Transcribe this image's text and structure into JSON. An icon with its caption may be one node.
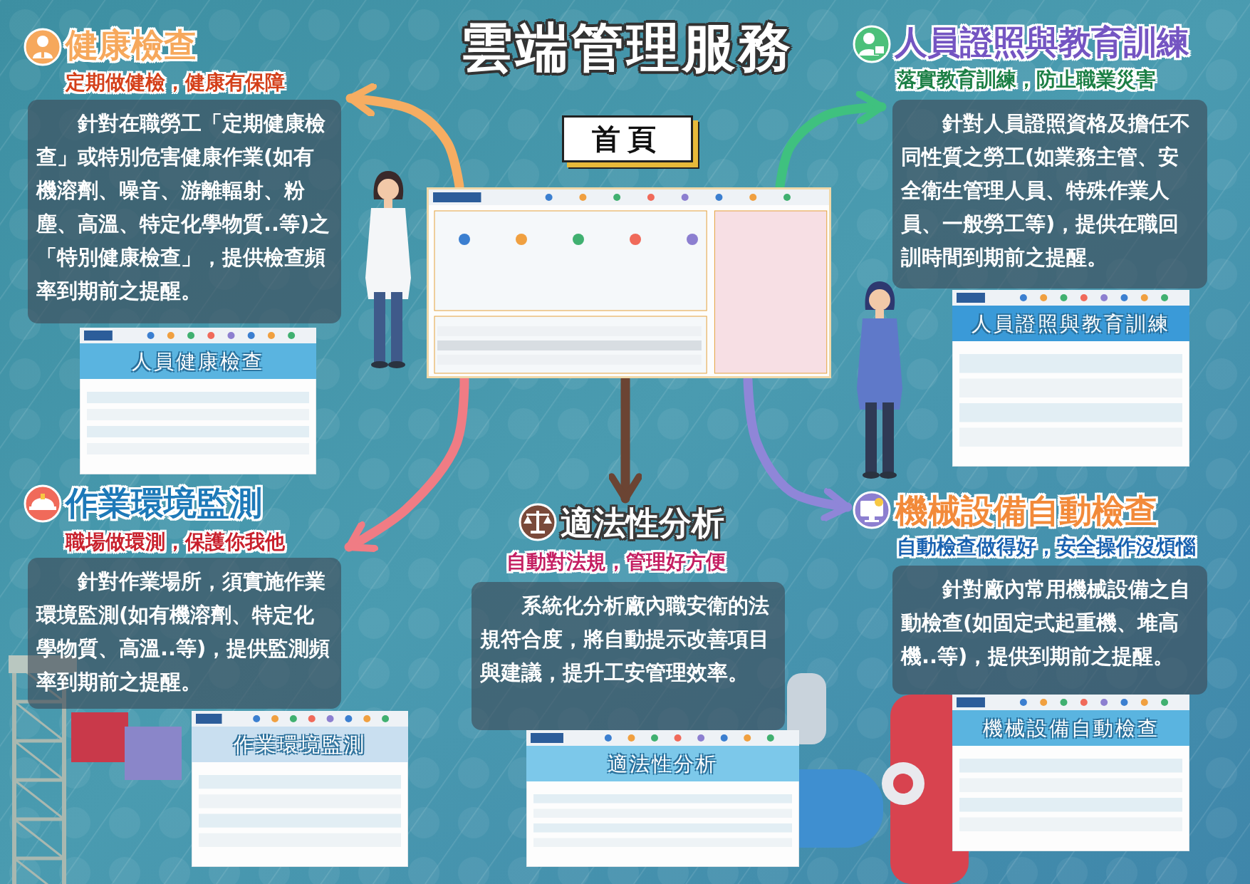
{
  "diagram": {
    "title": "雲端管理服務",
    "nodes": [
      {
        "text": [
          "首頁"
        ]
      },
      {
        "text": [],
        "shape": "picture"
      },
      {
        "text": [
          "健康檢查",
          "定期做健檢，健康有保障",
          "針對在職勞工「定期健康檢查」或特別危害健康作業(如有機溶劑、噪音、游離輻射、粉塵、高溫、特定化學物質..等)之「特別健康檢查」，提供檢查頻率到期前之提醒。"
        ]
      },
      {
        "text": [
          "人員證照與教育訓練",
          "落實教育訓練，防止職業災害",
          "針對人員證照資格及擔任不同性質之勞工(如業務主管、安全衛生管理人員、特殊作業人員、一般勞工等)，提供在職回訓時間到期前之提醒。"
        ]
      },
      {
        "text": [
          "作業環境監測",
          "職場做環測，保護你我他",
          "針對作業場所，須實施作業環境監測(如有機溶劑、特定化學物質、高溫..等)，提供監測頻率到期前之提醒。"
        ]
      },
      {
        "text": [
          "適法性分析",
          "自動對法規，管理好方便",
          "系統化分析廠內職安衛的法規符合度，將自動提示改善項目與建議，提升工安管理效率。"
        ]
      },
      {
        "text": [
          "機械設備自動檢查",
          "自動檢查做得好，安全操作沒煩惱",
          "針對廠內常用機械設備之自動檢查(如固定式起重機、堆高機..等)，提供到期前之提醒。"
        ]
      }
    ],
    "edges": [
      {
        "from": 1,
        "to": 2,
        "arrow": "to",
        "color": "#f6ad62"
      },
      {
        "from": 1,
        "to": 3,
        "arrow": "to",
        "color": "#3fc17f"
      },
      {
        "from": 1,
        "to": 4,
        "arrow": "to",
        "color": "#f07c84"
      },
      {
        "from": 1,
        "to": 5,
        "arrow": "to",
        "color": "#6b4433"
      },
      {
        "from": 1,
        "to": 6,
        "arrow": "to",
        "color": "#8f86d8"
      }
    ],
    "labels": [
      "人員健康檢查",
      "人員證照與教育訓練",
      "作業環境監測",
      "適法性分析",
      "機械設備自動檢查"
    ]
  }
}
